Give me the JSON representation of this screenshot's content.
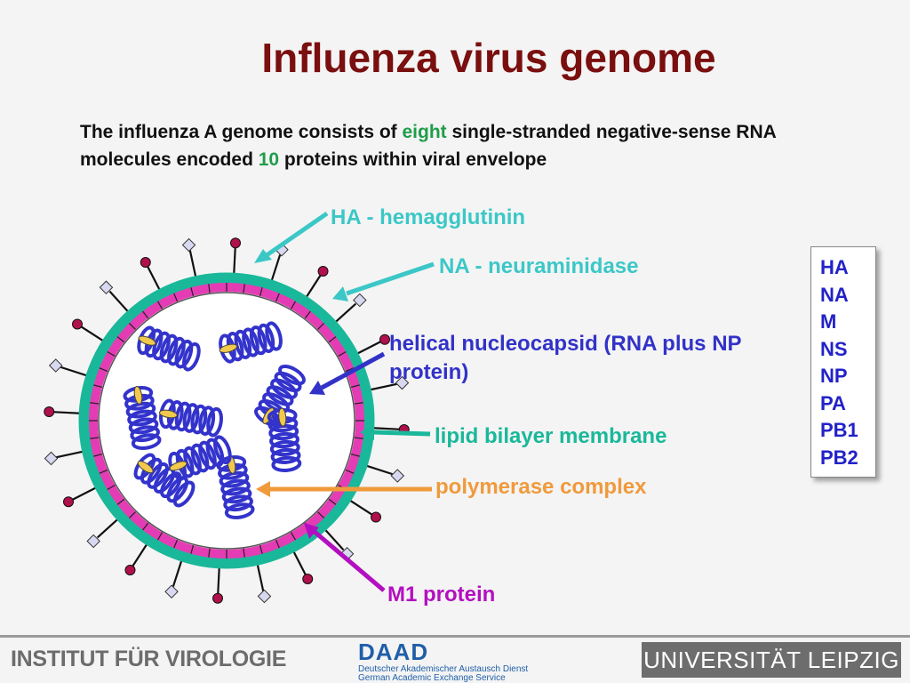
{
  "title": "Influenza virus genome",
  "intro": {
    "part1": "The influenza A genome consists of ",
    "highlight1": "eight",
    "part2": " single-stranded negative-sense RNA molecules encoded ",
    "highlight2": "10",
    "part3": " proteins within viral envelope"
  },
  "labels": {
    "ha": "HA - hemagglutinin",
    "na": "NA - neuraminidase",
    "nucleocapsid": "helical nucleocapsid (RNA plus NP protein)",
    "membrane": "lipid bilayer membrane",
    "polymerase": "polymerase complex",
    "m1": "M1 protein"
  },
  "genes": [
    "HA",
    "NA",
    "M",
    "NS",
    "NP",
    "PA",
    "PB1",
    "PB2"
  ],
  "footer": {
    "institute": "INSTITUT FÜR VIROLOGIE",
    "daad_logo": "DAAD",
    "daad_line1": "Deutscher Akademischer Austausch Dienst",
    "daad_line2": "German Academic Exchange Service",
    "university": "UNIVERSITÄT LEIPZIG"
  },
  "colors": {
    "title": "#7a0f0f",
    "highlight": "#1f9d4a",
    "ha": "#3cc7c7",
    "na": "#3cc7c7",
    "nucleocapsid": "#3232c8",
    "membrane": "#1ab89a",
    "polymerase": "#f09a3c",
    "m1": "#b30fc0",
    "genes": "#2222c8",
    "capsid_coil": "#3333cc",
    "polymerase_disk": "#f2c94c",
    "m1_layer": "#e43cb4"
  }
}
